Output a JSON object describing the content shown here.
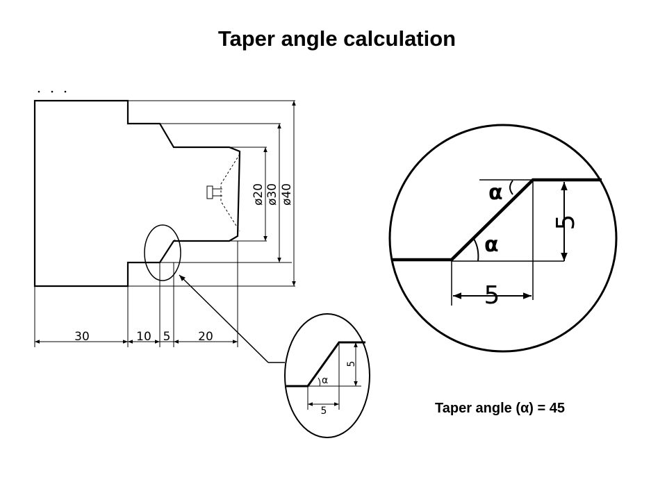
{
  "slide": {
    "title": "Taper angle calculation",
    "result_label": "Taper angle (α) = 45"
  },
  "drawing": {
    "dim_horizontal": [
      "30",
      "10",
      "5",
      "20"
    ],
    "dim_diameters": [
      "ø20",
      "ø30",
      "ø40"
    ]
  },
  "detail_small": {
    "angle_label": "α",
    "run_label": "5",
    "rise_label": "5"
  },
  "detail_large": {
    "angle_top_label": "α",
    "angle_label": "α",
    "run_label": "5",
    "rise_label": "5"
  }
}
